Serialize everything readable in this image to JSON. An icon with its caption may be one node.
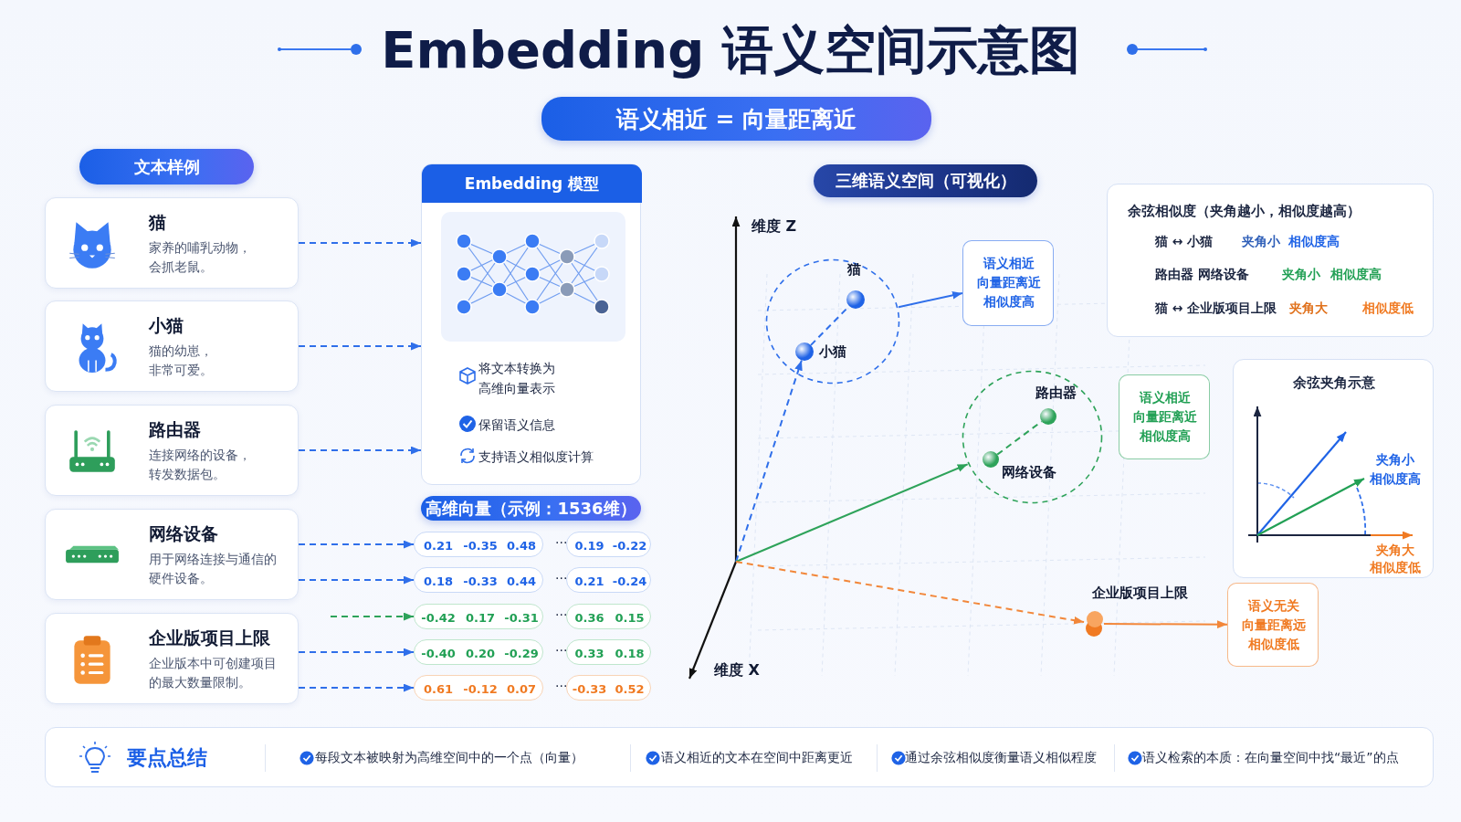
{
  "diagram": {
    "title": "Embedding 语义空间示意图",
    "nodes": [
      {
        "text": [
          "语义相近 = 向量距离近"
        ]
      },
      {
        "text": [
          "文本样例"
        ]
      },
      {
        "text": [
          "猫",
          "家养的哺乳动物，会抓老鼠。"
        ]
      },
      {
        "text": [
          "小猫",
          "猫的幼崽，非常可爱。"
        ]
      },
      {
        "text": [
          "路由器",
          "连接网络的设备，转发数据包。"
        ]
      },
      {
        "text": [
          "网络设备",
          "用于网络连接与通信的硬件设备。"
        ]
      },
      {
        "text": [
          "企业版项目上限",
          "企业版本中可创建项目的最大数量限制。"
        ]
      },
      {
        "text": [
          "Embedding 模型",
          "将文本转换为高维向量表示",
          "保留语义信息",
          "支持语义相似度计算"
        ]
      },
      {
        "text": [
          "高维向量（示例：1536维）"
        ]
      },
      {
        "text": [
          "0.21",
          "-0.35",
          "0.48"
        ]
      },
      {
        "text": [
          "0.18",
          "-0.33",
          "0.44"
        ]
      },
      {
        "text": [
          "-0.42",
          "0.17",
          "-0.31"
        ]
      },
      {
        "text": [
          "-0.40",
          "0.20",
          "-0.29"
        ]
      },
      {
        "text": [
          "0.61",
          "-0.12",
          "0.07"
        ]
      },
      {
        "text": [
          "0.19",
          "-0.22"
        ]
      },
      {
        "text": [
          "0.21",
          "-0.24"
        ]
      },
      {
        "text": [
          "0.36",
          "0.15"
        ]
      },
      {
        "text": [
          "0.33",
          "0.18"
        ]
      },
      {
        "text": [
          "-0.33",
          "0.52"
        ]
      },
      {
        "text": [
          "三维语义空间（可视化）"
        ]
      },
      {
        "text": [],
        "shape": "ellipse"
      },
      {
        "text": [],
        "shape": "circle",
        "in": 20,
        "beside": [
          "猫"
        ]
      },
      {
        "text": [],
        "shape": "circle",
        "in": 20,
        "beside": [
          "小猫"
        ]
      },
      {
        "text": [
          "语义相近",
          "向量距离近",
          "相似度高"
        ]
      },
      {
        "text": [],
        "shape": "ellipse"
      },
      {
        "text": [],
        "shape": "circle",
        "in": 24,
        "beside": [
          "路由器"
        ]
      },
      {
        "text": [],
        "shape": "circle",
        "in": 24,
        "beside": [
          "网络设备"
        ]
      },
      {
        "text": [
          "语义相近",
          "向量距离近",
          "相似度高"
        ]
      },
      {
        "text": [],
        "shape": "circle",
        "beside": [
          "企业版项目上限"
        ]
      },
      {
        "text": [
          "语义无关",
          "向量距离远",
          "相似度低"
        ]
      },
      {
        "text": [
          "余弦相似度（夹角越小，相似度越高）"
        ]
      },
      {
        "text": [
          "余弦夹角示意"
        ]
      },
      {
        "text": [
          "要点总结",
          "每段文本被映射为高维空间中的一个点（向量）",
          "语义相近的文本在空间中距离更近",
          "通过余弦相似度衡量语义相似程度",
          "语义检索的本质：在向量空间中找“最近”的点"
        ]
      }
    ],
    "edges": [
      {
        "from": 2,
        "to": 7,
        "arrow": "to",
        "style": "dashed"
      },
      {
        "from": 3,
        "to": 7,
        "arrow": "to",
        "style": "dashed"
      },
      {
        "from": 4,
        "to": 7,
        "arrow": "to",
        "style": "dashed"
      },
      {
        "from": 5,
        "to": 9,
        "arrow": "to",
        "style": "dashed"
      },
      {
        "from": 5,
        "to": 10,
        "arrow": "to",
        "style": "dashed"
      },
      {
        "from": null,
        "to": 11,
        "arrow": "to",
        "style": "dashed",
        "color": "#2ea35a"
      },
      {
        "from": 6,
        "to": 12,
        "arrow": "to",
        "style": "dashed"
      },
      {
        "from": 6,
        "to": 13,
        "arrow": "to",
        "style": "dashed"
      },
      {
        "from": null,
        "to": 22,
        "arrow": "to",
        "style": "dashed"
      },
      {
        "from": null,
        "to": 24,
        "arrow": "to",
        "color": "#2ea35a"
      },
      {
        "from": null,
        "to": 28,
        "arrow": "to",
        "style": "dashed",
        "color": "#f2873a"
      },
      {
        "from": 20,
        "to": 23,
        "arrow": "to"
      },
      {
        "from": 28,
        "to": 29,
        "arrow": "to",
        "color": "#f2873a"
      },
      {
        "from": 22,
        "to": 21,
        "arrow": "none",
        "style": "dashed"
      },
      {
        "from": 26,
        "to": 25,
        "arrow": "none",
        "style": "dashed",
        "color": "#2ea35a"
      }
    ],
    "labels": [
      "···",
      "···",
      "···",
      "···",
      "···",
      "维度 Z",
      "维度 X",
      "猫 ↔ 小猫",
      "夹角小",
      "相似度高",
      "路由器 网络设备",
      "夹角小",
      "相似度高",
      "猫 ↔ 企业版项目上限",
      "夹角大",
      "相似度低",
      "夹角小",
      "相似度高",
      "夹角大",
      "相似度低"
    ]
  }
}
